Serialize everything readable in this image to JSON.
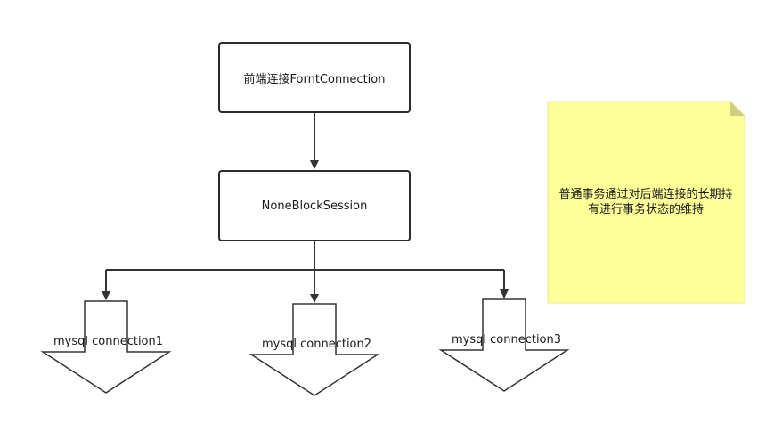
{
  "nodes": {
    "front": "前端连接ForntConnection",
    "session": "NoneBlockSession"
  },
  "connections": [
    "mysql connection1",
    "mysql connection2",
    "mysql connection3"
  ],
  "note": {
    "line1": "普通事务通过对后端连接的长期持",
    "line2": "有进行事务状态的维持"
  },
  "colors": {
    "line": "#333333",
    "note_fill": "#ffff99",
    "note_fold": "#d9d98a"
  }
}
